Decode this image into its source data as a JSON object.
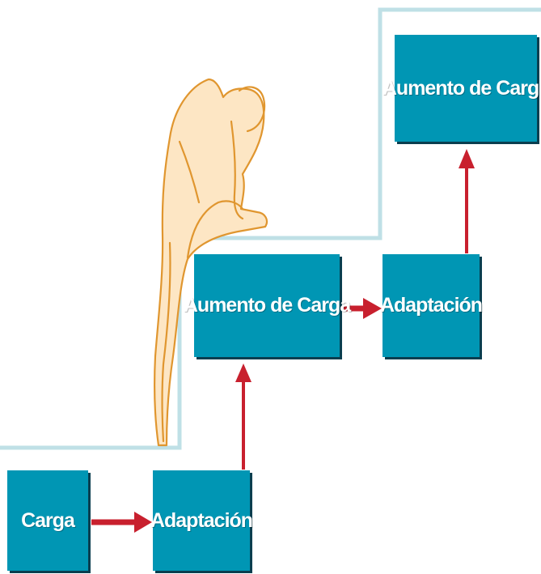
{
  "diagram": {
    "nodes": [
      {
        "id": "carga",
        "label": "Carga"
      },
      {
        "id": "adaptacion_1",
        "label": "Adaptación"
      },
      {
        "id": "aumento_1",
        "label": "Aumento de Carga"
      },
      {
        "id": "adaptacion_2",
        "label": "Adaptación"
      },
      {
        "id": "aumento_2",
        "label": "Aumento de Carga"
      }
    ],
    "edges": [
      {
        "from": "carga",
        "to": "adaptacion_1"
      },
      {
        "from": "adaptacion_1",
        "to": "aumento_1"
      },
      {
        "from": "aumento_1",
        "to": "adaptacion_2"
      },
      {
        "from": "adaptacion_2",
        "to": "aumento_2"
      }
    ],
    "colors": {
      "box": "#0096b4",
      "box_shadow": "#0a3e4f",
      "arrow": "#c8202e",
      "stair_line": "#bfe0e6",
      "figure_stroke": "#e0962f",
      "figure_fill": "#fde6c4"
    }
  }
}
